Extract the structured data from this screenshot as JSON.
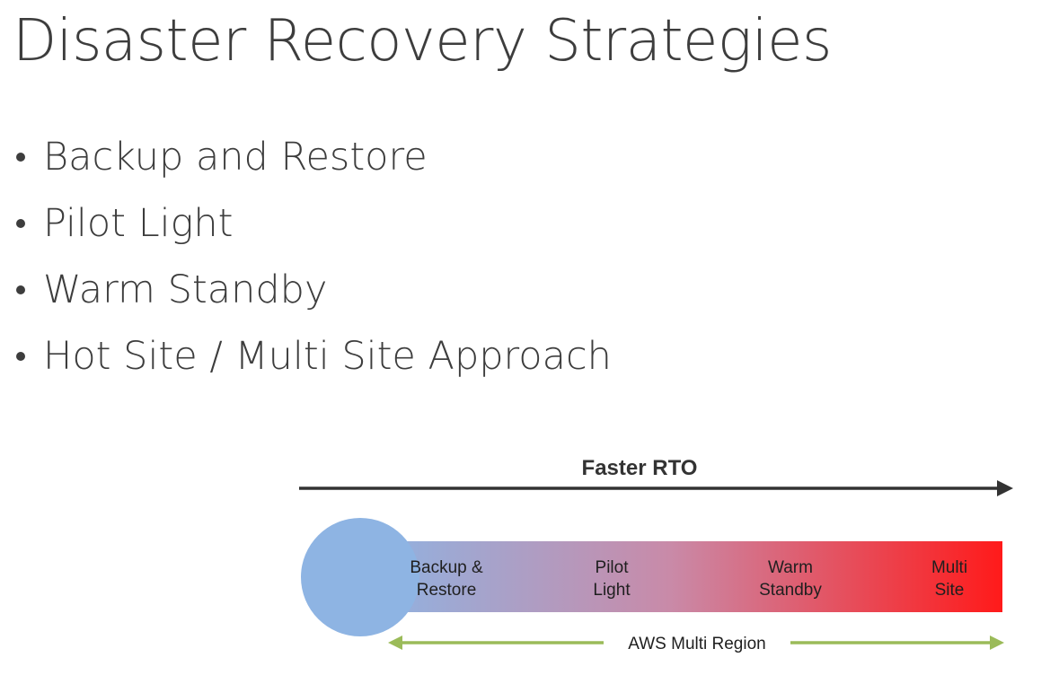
{
  "slide": {
    "title": "Disaster Recovery Strategies",
    "bullets": [
      "Backup and Restore",
      "Pilot Light",
      "Warm Standby",
      "Hot Site / Multi Site Approach"
    ]
  },
  "diagram": {
    "top_arrow_label": "Faster RTO",
    "stages": [
      {
        "line1": "Backup &",
        "line2": "Restore"
      },
      {
        "line1": "Pilot",
        "line2": "Light"
      },
      {
        "line1": "Warm",
        "line2": "Standby"
      },
      {
        "line1": "Multi",
        "line2": "Site"
      }
    ],
    "bottom_arrow_label": "AWS Multi Region",
    "colors": {
      "circle": "#8eb4e3",
      "gradient_start": "#8eb4e3",
      "gradient_mid": "#c98aa8",
      "gradient_end": "#ff1a1a",
      "top_arrow": "#333333",
      "bottom_arrow": "#9bbb59",
      "text": "#1f1f1f"
    }
  }
}
